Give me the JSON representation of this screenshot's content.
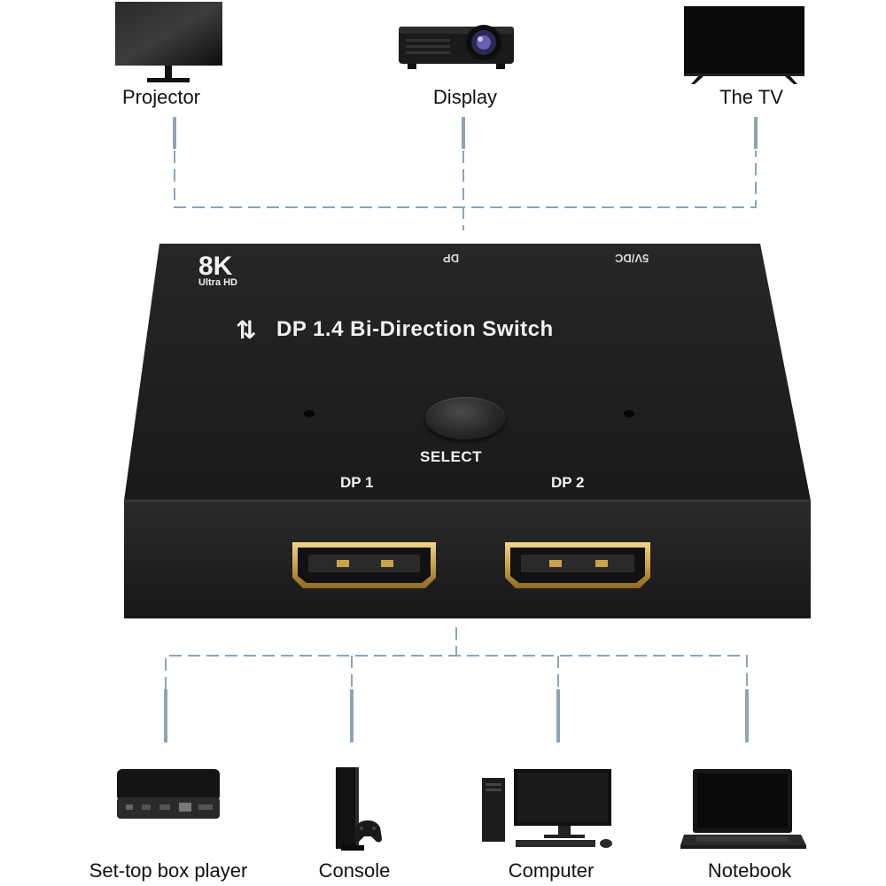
{
  "top_devices": [
    {
      "label": "Projector",
      "icon": "monitor-icon"
    },
    {
      "label": "Display",
      "icon": "projector-icon"
    },
    {
      "label": "The TV",
      "icon": "tv-icon"
    }
  ],
  "switch": {
    "resolution_badge": "8K",
    "resolution_sub": "Ultra HD",
    "port_top_dp": "DP",
    "port_top_power": "5V/DC",
    "title_symbol": "⇅",
    "title": "DP 1.4 Bi-Direction Switch",
    "select_label": "SELECT",
    "port_1_label": "DP 1",
    "port_2_label": "DP 2"
  },
  "bottom_devices": [
    {
      "label": "Set-top box player",
      "icon": "set-top-box-icon"
    },
    {
      "label": "Console",
      "icon": "game-console-icon"
    },
    {
      "label": "Computer",
      "icon": "desktop-computer-icon"
    },
    {
      "label": "Notebook",
      "icon": "laptop-icon"
    }
  ],
  "colors": {
    "connector_line": "#8fa4b4",
    "switch_body": "#1d1d1d",
    "port_gold": "#c9a24a"
  }
}
